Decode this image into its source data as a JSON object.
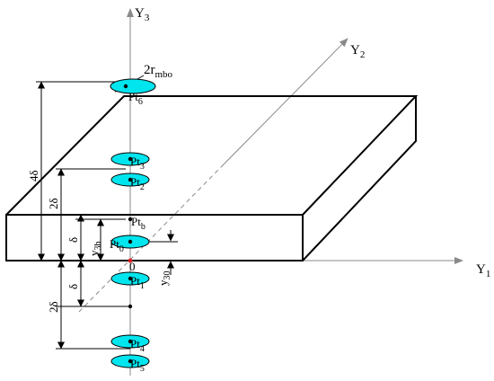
{
  "axes": {
    "y1": "Y",
    "y1_sub": "1",
    "y2": "Y",
    "y2_sub": "2",
    "y3": "Y",
    "y3_sub": "3",
    "origin": "0"
  },
  "dimensions": {
    "four_delta": "4δ",
    "two_delta_upper": "2δ",
    "delta_upper": "δ",
    "y3b_main": "y",
    "y3b_sub": "3b",
    "delta_lower": "δ",
    "two_delta_lower": "2δ",
    "y30_main": "y",
    "y30_sub": "30",
    "radius_main": "2r",
    "radius_sub": "mbo"
  },
  "points": {
    "pt6_main": "Pt",
    "pt6_sub": "6",
    "pt3_main": "Pt",
    "pt3_sub": "3",
    "pt2_main": "Pt",
    "pt2_sub": "2",
    "ptb_main": "Pt",
    "ptb_sub": "b",
    "pt0_main": "Pt",
    "pt0_sub": "0",
    "pt1_main": "Pt",
    "pt1_sub": "1",
    "pt4_main": "Pt",
    "pt4_sub": "4",
    "pt5_main": "Pt",
    "pt5_sub": "5"
  },
  "colors": {
    "ellipse_fill": "#00e5ee",
    "line": "#000000",
    "axis": "#8a8a8a",
    "origin_dot": "#e02020"
  }
}
